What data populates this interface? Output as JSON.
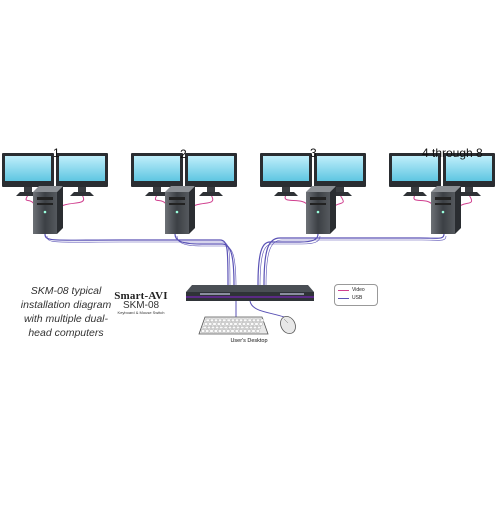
{
  "stations": [
    {
      "label": "1"
    },
    {
      "label": "2"
    },
    {
      "label": "3"
    },
    {
      "label": "4 through 8"
    }
  ],
  "caption": [
    "SKM-08 typical",
    "installation diagram",
    "with multiple dual-",
    "head computers"
  ],
  "brand": {
    "name": "Smart-AVI",
    "model": "SKM-08",
    "description": "Keyboard & Mouse Switch"
  },
  "desktop_label": "User's Desktop",
  "legend": [
    {
      "label": "Video",
      "color": "#d0408f"
    },
    {
      "label": "USB",
      "color": "#5a52b5"
    }
  ],
  "colors": {
    "video_cable": "#d0408f",
    "usb_cable": "#5a52b5",
    "switch_body": "#3a3f44",
    "switch_accent": "#5b2a86",
    "screen": "#7fd6ec"
  }
}
